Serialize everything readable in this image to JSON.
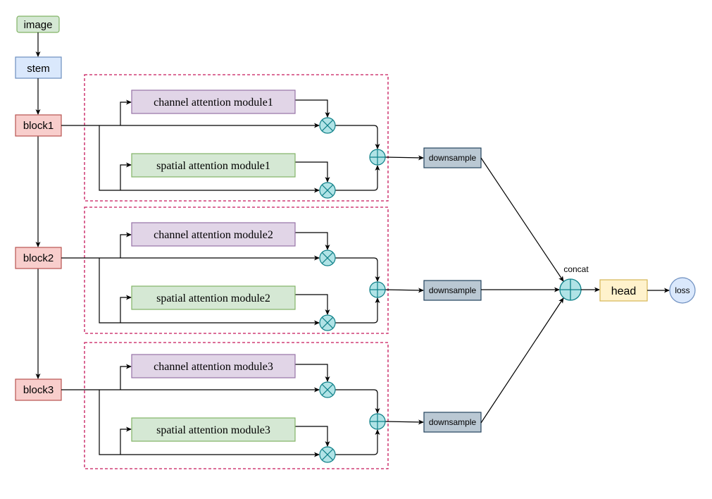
{
  "nodes": {
    "image": "image",
    "stem": "stem",
    "concat_label": "concat",
    "head": "head",
    "loss": "loss"
  },
  "rows": [
    {
      "block": "block1",
      "channel": "channel attention module1",
      "spatial": "spatial attention module1",
      "downsample": "downsample"
    },
    {
      "block": "block2",
      "channel": "channel attention module2",
      "spatial": "spatial attention module2",
      "downsample": "downsample"
    },
    {
      "block": "block3",
      "channel": "channel attention module3",
      "spatial": "spatial attention module3",
      "downsample": "downsample"
    }
  ],
  "colors": {
    "image_fill": "#d5e8d4",
    "image_stroke": "#82b366",
    "stem_fill": "#dae8fc",
    "stem_stroke": "#6c8ebf",
    "block_fill": "#f8cecc",
    "block_stroke": "#b85450",
    "channel_fill": "#e1d5e7",
    "channel_stroke": "#9673a6",
    "spatial_fill": "#d5e8d4",
    "spatial_stroke": "#82b366",
    "downsample_fill": "#bac8d3",
    "downsample_stroke": "#23445d",
    "op_fill": "#b0e3e6",
    "op_stroke": "#0e8088",
    "head_fill": "#fff2cc",
    "head_stroke": "#d6b656",
    "dashed": "#c7185a"
  }
}
